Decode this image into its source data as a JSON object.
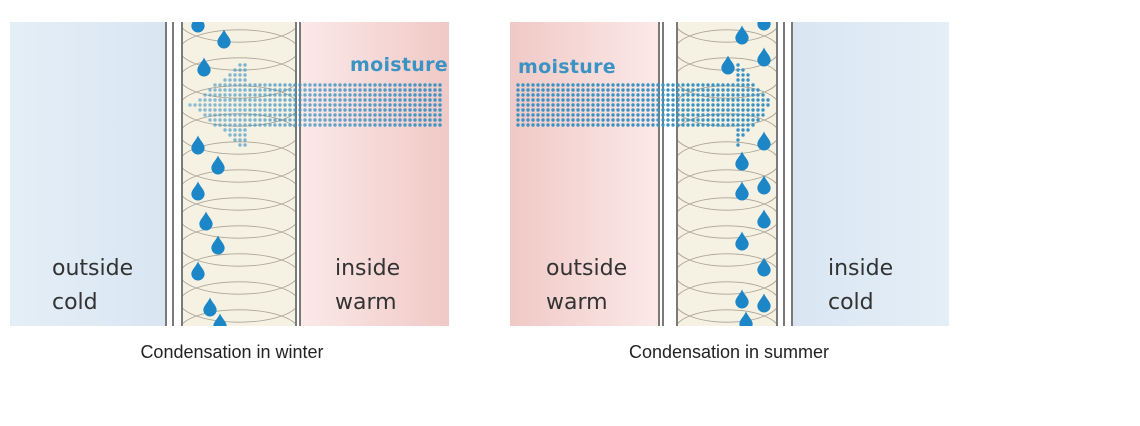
{
  "winter": {
    "outside_line1": "outside",
    "outside_line2": "cold",
    "inside_line1": "inside",
    "inside_line2": "warm",
    "moisture": "moisture",
    "caption": "Condensation in winter"
  },
  "summer": {
    "outside_line1": "outside",
    "outside_line2": "warm",
    "inside_line1": "inside",
    "inside_line2": "cold",
    "moisture": "moisture",
    "caption": "Condensation in summer"
  },
  "colors": {
    "cold_zone": "#e3edf6",
    "warm_zone": "#f6dcdb",
    "insulation": "#f5f1e3",
    "wall_line": "#7a7a7a",
    "moisture": "#3b93c4",
    "droplet": "#1c86c6"
  }
}
